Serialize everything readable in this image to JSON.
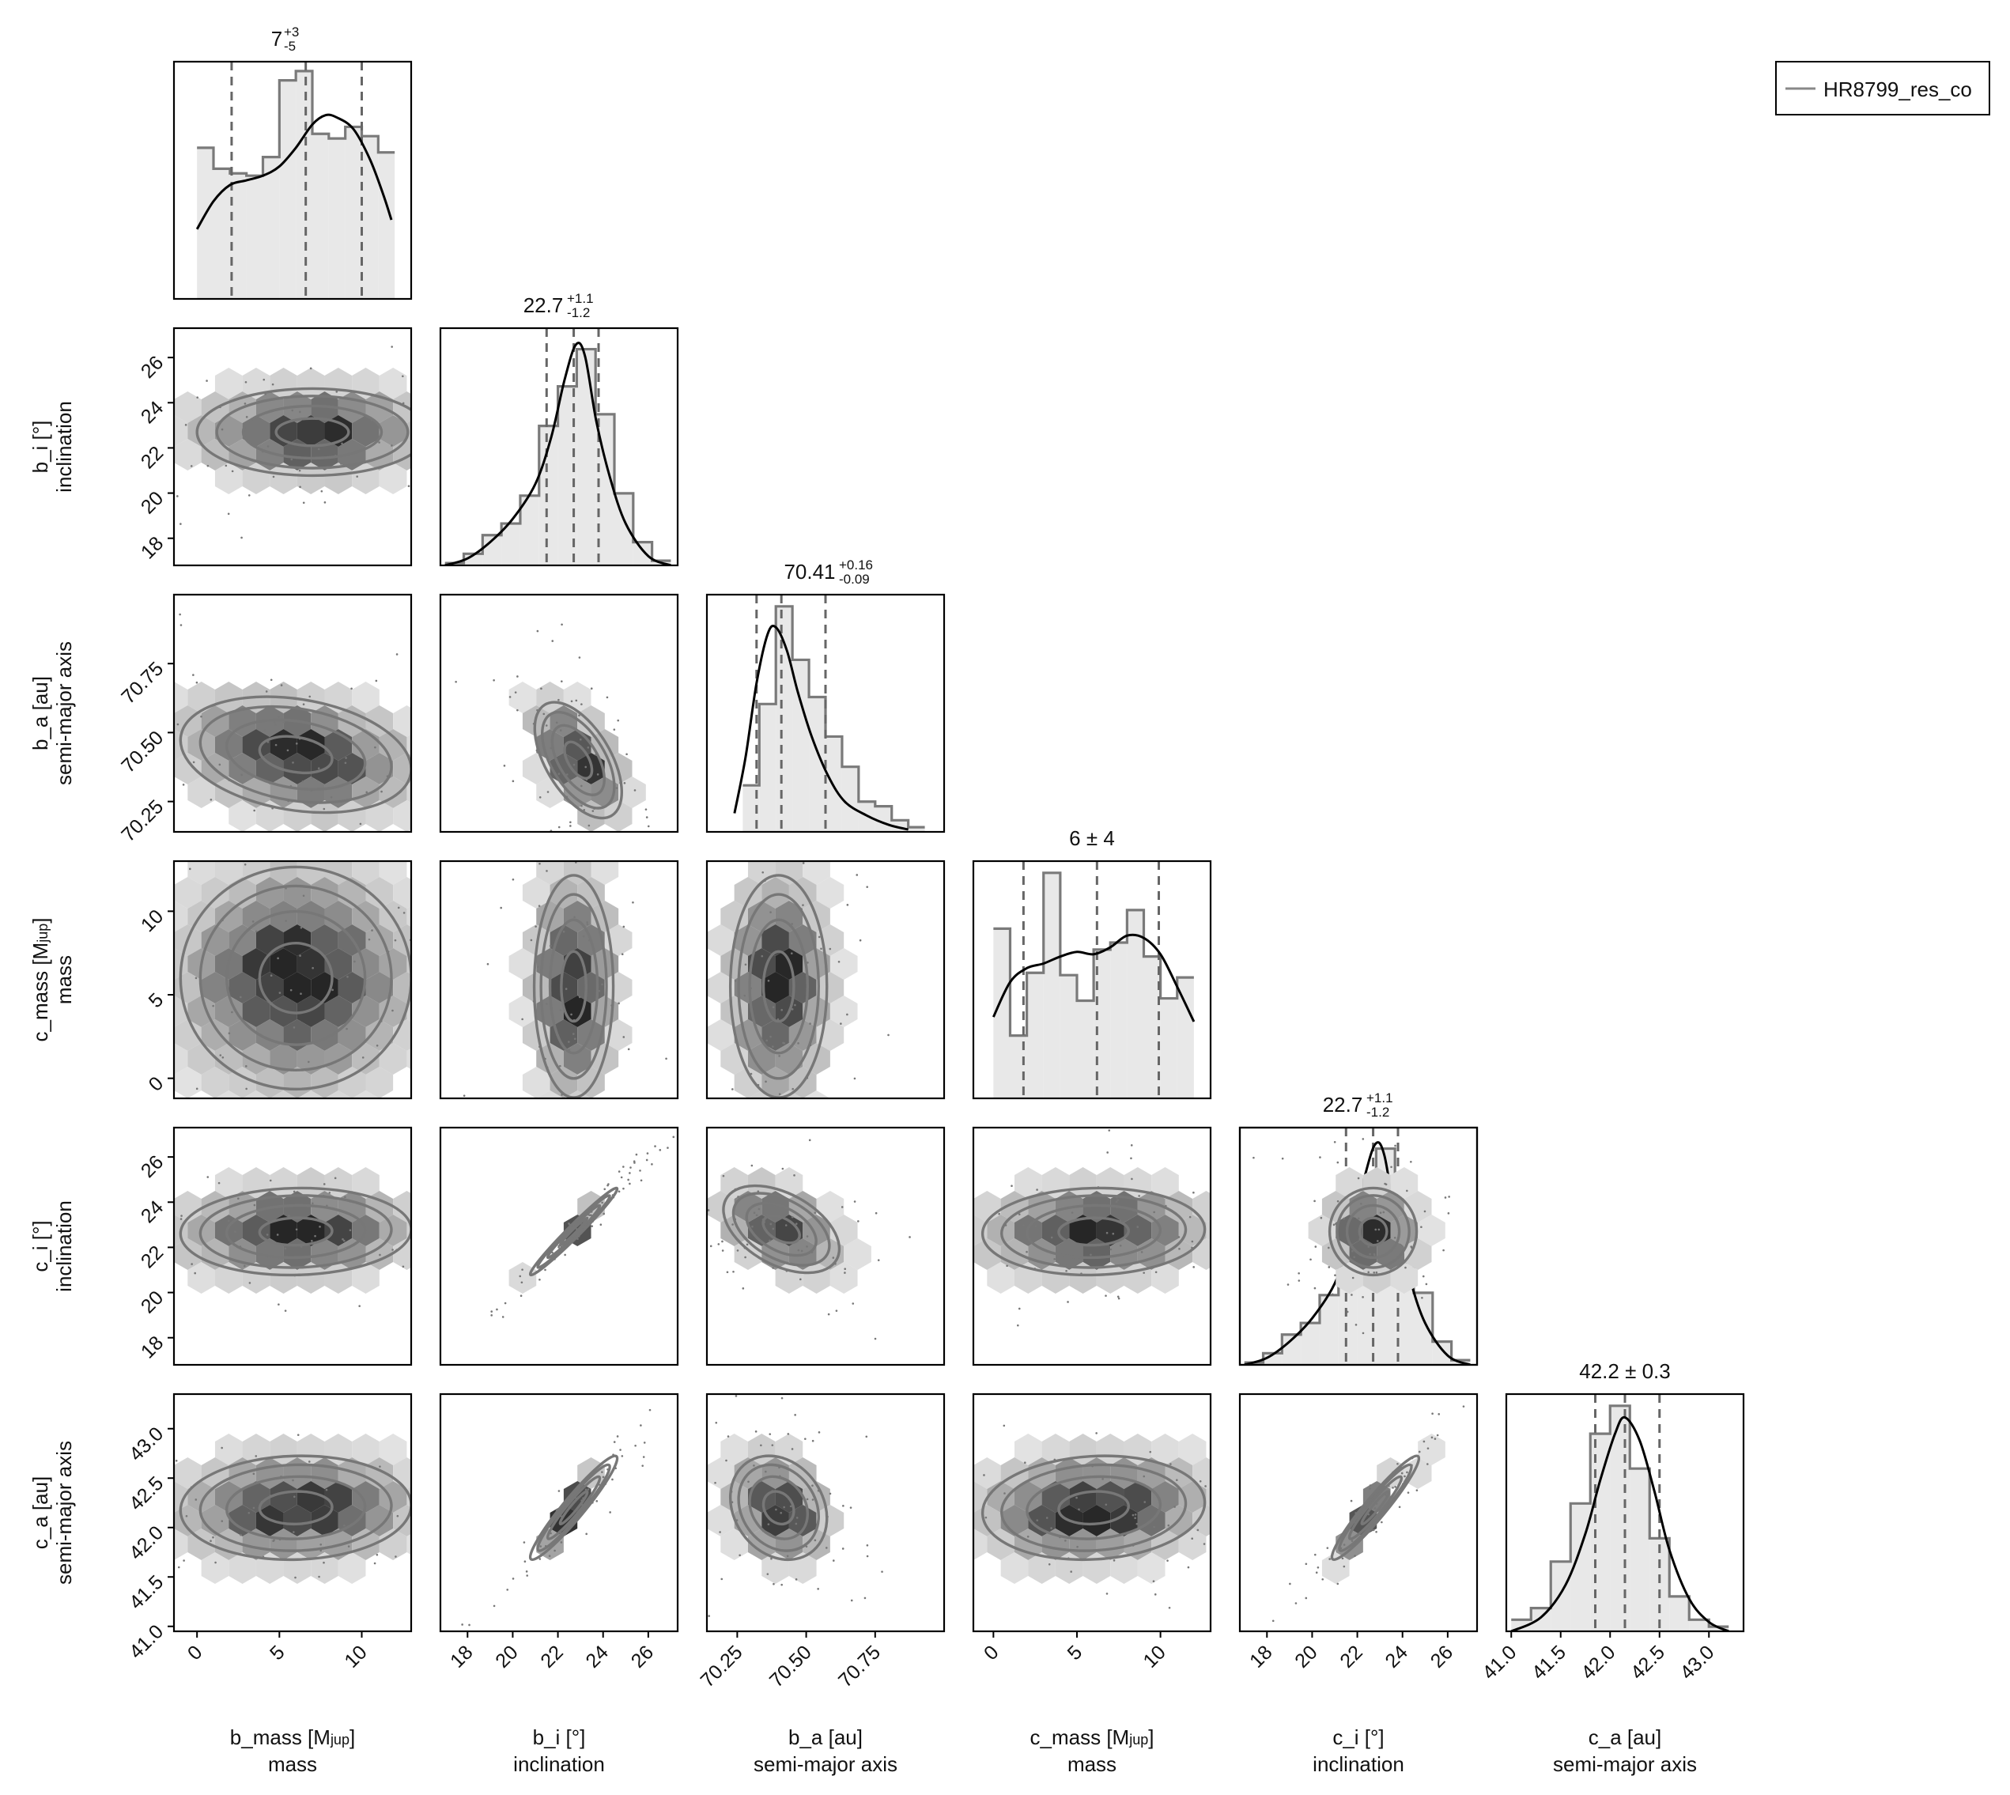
{
  "chart_data": {
    "type": "corner",
    "legend": {
      "label": "HR8799_res_co",
      "placement": "top-right"
    },
    "variables": [
      {
        "key": "b_mass",
        "label": "b_mass [Mjup]",
        "label_base": "b_mass [M",
        "label_sub": "jup",
        "label_tail": "]",
        "sublabel": "mass",
        "range": [
          -1.4,
          13.0
        ],
        "ticks": [
          0,
          5,
          10
        ],
        "tick_labels": [
          "0",
          "5",
          "10"
        ],
        "hist_range": [
          0.0,
          12.0
        ],
        "hist": [
          0.65,
          0.56,
          0.54,
          0.53,
          0.61,
          0.94,
          0.98,
          0.71,
          0.69,
          0.74,
          0.7,
          0.63
        ],
        "kde": [
          [
            0.0,
            0.3
          ],
          [
            1.0,
            0.42
          ],
          [
            2.0,
            0.49
          ],
          [
            3.0,
            0.51
          ],
          [
            4.0,
            0.53
          ],
          [
            5.0,
            0.57
          ],
          [
            6.0,
            0.65
          ],
          [
            7.0,
            0.75
          ],
          [
            7.8,
            0.79
          ],
          [
            8.5,
            0.78
          ],
          [
            9.5,
            0.73
          ],
          [
            10.5,
            0.6
          ],
          [
            11.3,
            0.45
          ],
          [
            11.8,
            0.34
          ]
        ],
        "quantiles": [
          2.1,
          6.6,
          10.0
        ],
        "summary_main": "7",
        "summary_plus": "+3",
        "summary_minus": "-5",
        "summary": "7 (+3 / -5)"
      },
      {
        "key": "b_i",
        "label": "b_i [°]",
        "sublabel": "inclination",
        "range": [
          16.8,
          27.3
        ],
        "ticks": [
          18,
          20,
          22,
          24,
          26
        ],
        "tick_labels": [
          "18",
          "20",
          "22",
          "24",
          "26"
        ],
        "hist_range": [
          17.0,
          27.0
        ],
        "hist": [
          0.01,
          0.05,
          0.13,
          0.18,
          0.3,
          0.6,
          0.77,
          0.93,
          0.65,
          0.31,
          0.1,
          0.02
        ],
        "kde": [
          [
            17.0,
            0.0
          ],
          [
            18.0,
            0.03
          ],
          [
            19.0,
            0.1
          ],
          [
            20.0,
            0.2
          ],
          [
            21.0,
            0.35
          ],
          [
            21.7,
            0.55
          ],
          [
            22.3,
            0.8
          ],
          [
            22.8,
            0.95
          ],
          [
            23.2,
            0.9
          ],
          [
            23.7,
            0.62
          ],
          [
            24.3,
            0.38
          ],
          [
            25.0,
            0.18
          ],
          [
            26.0,
            0.04
          ],
          [
            27.0,
            0.0
          ]
        ],
        "quantiles": [
          21.5,
          22.7,
          23.8
        ],
        "summary_main": "22.7",
        "summary_plus": "+1.1",
        "summary_minus": "-1.2",
        "summary": "22.7 (+1.1 / -1.2)"
      },
      {
        "key": "b_a",
        "label": "b_a [au]",
        "sublabel": "semi-major axis",
        "range": [
          70.14,
          71.0
        ],
        "ticks": [
          70.25,
          70.5,
          70.75
        ],
        "tick_labels": [
          "70.25",
          "70.50",
          "70.75"
        ],
        "hist_range": [
          70.27,
          70.93
        ],
        "hist": [
          0.2,
          0.55,
          0.97,
          0.74,
          0.58,
          0.41,
          0.28,
          0.13,
          0.11,
          0.05,
          0.02
        ],
        "kde": [
          [
            70.24,
            0.08
          ],
          [
            70.28,
            0.32
          ],
          [
            70.32,
            0.64
          ],
          [
            70.36,
            0.85
          ],
          [
            70.39,
            0.88
          ],
          [
            70.43,
            0.78
          ],
          [
            70.47,
            0.6
          ],
          [
            70.52,
            0.41
          ],
          [
            70.58,
            0.24
          ],
          [
            70.64,
            0.13
          ],
          [
            70.72,
            0.07
          ],
          [
            70.8,
            0.03
          ],
          [
            70.87,
            0.01
          ]
        ],
        "quantiles": [
          70.32,
          70.41,
          70.57
        ],
        "summary_main": "70.41",
        "summary_plus": "+0.16",
        "summary_minus": "-0.09",
        "summary": "70.41 (+0.16 / -0.09)"
      },
      {
        "key": "c_mass",
        "label": "c_mass [Mjup]",
        "label_base": "c_mass [M",
        "label_sub": "jup",
        "label_tail": "]",
        "sublabel": "mass",
        "range": [
          -1.2,
          13.0
        ],
        "ticks": [
          0,
          5,
          10
        ],
        "tick_labels": [
          "0",
          "5",
          "10"
        ],
        "hist_range": [
          0.0,
          12.0
        ],
        "hist": [
          0.73,
          0.27,
          0.54,
          0.97,
          0.53,
          0.42,
          0.64,
          0.67,
          0.81,
          0.61,
          0.43,
          0.52
        ],
        "kde": [
          [
            0.0,
            0.35
          ],
          [
            1.0,
            0.5
          ],
          [
            2.0,
            0.56
          ],
          [
            3.0,
            0.58
          ],
          [
            4.0,
            0.61
          ],
          [
            5.0,
            0.63
          ],
          [
            6.0,
            0.62
          ],
          [
            7.0,
            0.65
          ],
          [
            8.0,
            0.7
          ],
          [
            9.0,
            0.69
          ],
          [
            10.0,
            0.62
          ],
          [
            11.0,
            0.48
          ],
          [
            12.0,
            0.33
          ]
        ],
        "quantiles": [
          1.8,
          6.2,
          9.9
        ],
        "summary": "6 ± 4"
      },
      {
        "key": "c_i",
        "label": "c_i [°]",
        "sublabel": "inclination",
        "range": [
          16.8,
          27.3
        ],
        "ticks": [
          18,
          20,
          22,
          24,
          26
        ],
        "tick_labels": [
          "18",
          "20",
          "22",
          "24",
          "26"
        ],
        "hist_range": [
          17.0,
          27.0
        ],
        "hist": [
          0.01,
          0.05,
          0.13,
          0.18,
          0.3,
          0.6,
          0.77,
          0.93,
          0.65,
          0.31,
          0.1,
          0.02
        ],
        "kde": [
          [
            17.0,
            0.0
          ],
          [
            18.0,
            0.03
          ],
          [
            19.0,
            0.1
          ],
          [
            20.0,
            0.2
          ],
          [
            21.0,
            0.35
          ],
          [
            21.7,
            0.55
          ],
          [
            22.3,
            0.8
          ],
          [
            22.8,
            0.95
          ],
          [
            23.2,
            0.9
          ],
          [
            23.7,
            0.62
          ],
          [
            24.3,
            0.38
          ],
          [
            25.0,
            0.18
          ],
          [
            26.0,
            0.04
          ],
          [
            27.0,
            0.0
          ]
        ],
        "quantiles": [
          21.5,
          22.7,
          23.8
        ],
        "summary_main": "22.7",
        "summary_plus": "+1.1",
        "summary_minus": "-1.2",
        "summary": "22.7 (+1.1 / -1.2)"
      },
      {
        "key": "c_a",
        "label": "c_a [au]",
        "sublabel": "semi-major axis",
        "range": [
          40.95,
          43.35
        ],
        "ticks": [
          41.0,
          41.5,
          42.0,
          42.5,
          43.0
        ],
        "tick_labels": [
          "41.0",
          "41.5",
          "42.0",
          "42.5",
          "43.0"
        ],
        "hist_range": [
          41.0,
          43.2
        ],
        "hist": [
          0.05,
          0.1,
          0.3,
          0.55,
          0.85,
          0.97,
          0.7,
          0.4,
          0.15,
          0.05,
          0.02
        ],
        "kde": [
          [
            41.0,
            0.0
          ],
          [
            41.3,
            0.06
          ],
          [
            41.55,
            0.2
          ],
          [
            41.75,
            0.42
          ],
          [
            41.9,
            0.65
          ],
          [
            42.05,
            0.85
          ],
          [
            42.15,
            0.92
          ],
          [
            42.3,
            0.82
          ],
          [
            42.45,
            0.6
          ],
          [
            42.6,
            0.35
          ],
          [
            42.8,
            0.14
          ],
          [
            43.0,
            0.04
          ],
          [
            43.2,
            0.0
          ]
        ],
        "quantiles": [
          41.85,
          42.15,
          42.5
        ],
        "summary": "42.2 ± 0.3"
      }
    ],
    "pairs": [
      {
        "row": 1,
        "col": 0,
        "center": [
          7.0,
          22.7
        ],
        "spread": [
          4.0,
          1.1
        ],
        "rho": 0.0
      },
      {
        "row": 2,
        "col": 0,
        "center": [
          6.0,
          70.42
        ],
        "spread": [
          4.0,
          0.12
        ],
        "rho": -0.25
      },
      {
        "row": 2,
        "col": 1,
        "center": [
          22.9,
          70.4
        ],
        "spread": [
          1.1,
          0.12
        ],
        "rho": -0.55
      },
      {
        "row": 3,
        "col": 0,
        "center": [
          6.0,
          6.0
        ],
        "spread": [
          4.0,
          3.8
        ],
        "rho": 0.0
      },
      {
        "row": 3,
        "col": 1,
        "center": [
          22.7,
          5.5
        ],
        "spread": [
          1.0,
          3.8
        ],
        "rho": 0.0
      },
      {
        "row": 3,
        "col": 2,
        "center": [
          70.4,
          5.5
        ],
        "spread": [
          0.1,
          3.8
        ],
        "rho": 0.0
      },
      {
        "row": 4,
        "col": 0,
        "center": [
          6.0,
          22.7
        ],
        "spread": [
          4.0,
          1.1
        ],
        "rho": 0.05
      },
      {
        "row": 4,
        "col": 1,
        "center": [
          22.7,
          22.7
        ],
        "spread": [
          1.1,
          1.1
        ],
        "rho": 0.98
      },
      {
        "row": 4,
        "col": 2,
        "center": [
          70.41,
          22.8
        ],
        "spread": [
          0.12,
          1.1
        ],
        "rho": -0.45
      },
      {
        "row": 4,
        "col": 3,
        "center": [
          6.0,
          22.7
        ],
        "spread": [
          3.8,
          1.1
        ],
        "rho": 0.05
      },
      {
        "row": 4,
        "col": 4,
        "center": [
          22.7,
          22.7
        ],
        "spread": [
          1.1,
          1.1
        ],
        "rho": 0.0
      },
      {
        "row": 5,
        "col": 0,
        "center": [
          6.0,
          42.2
        ],
        "spread": [
          4.0,
          0.3
        ],
        "rho": 0.05
      },
      {
        "row": 5,
        "col": 1,
        "center": [
          22.7,
          42.2
        ],
        "spread": [
          1.1,
          0.3
        ],
        "rho": 0.95
      },
      {
        "row": 5,
        "col": 2,
        "center": [
          70.4,
          42.2
        ],
        "spread": [
          0.1,
          0.3
        ],
        "rho": -0.2
      },
      {
        "row": 5,
        "col": 3,
        "center": [
          6.0,
          42.2
        ],
        "spread": [
          3.8,
          0.3
        ],
        "rho": 0.1
      },
      {
        "row": 5,
        "col": 4,
        "center": [
          22.8,
          42.2
        ],
        "spread": [
          1.1,
          0.3
        ],
        "rho": 0.95
      }
    ]
  }
}
